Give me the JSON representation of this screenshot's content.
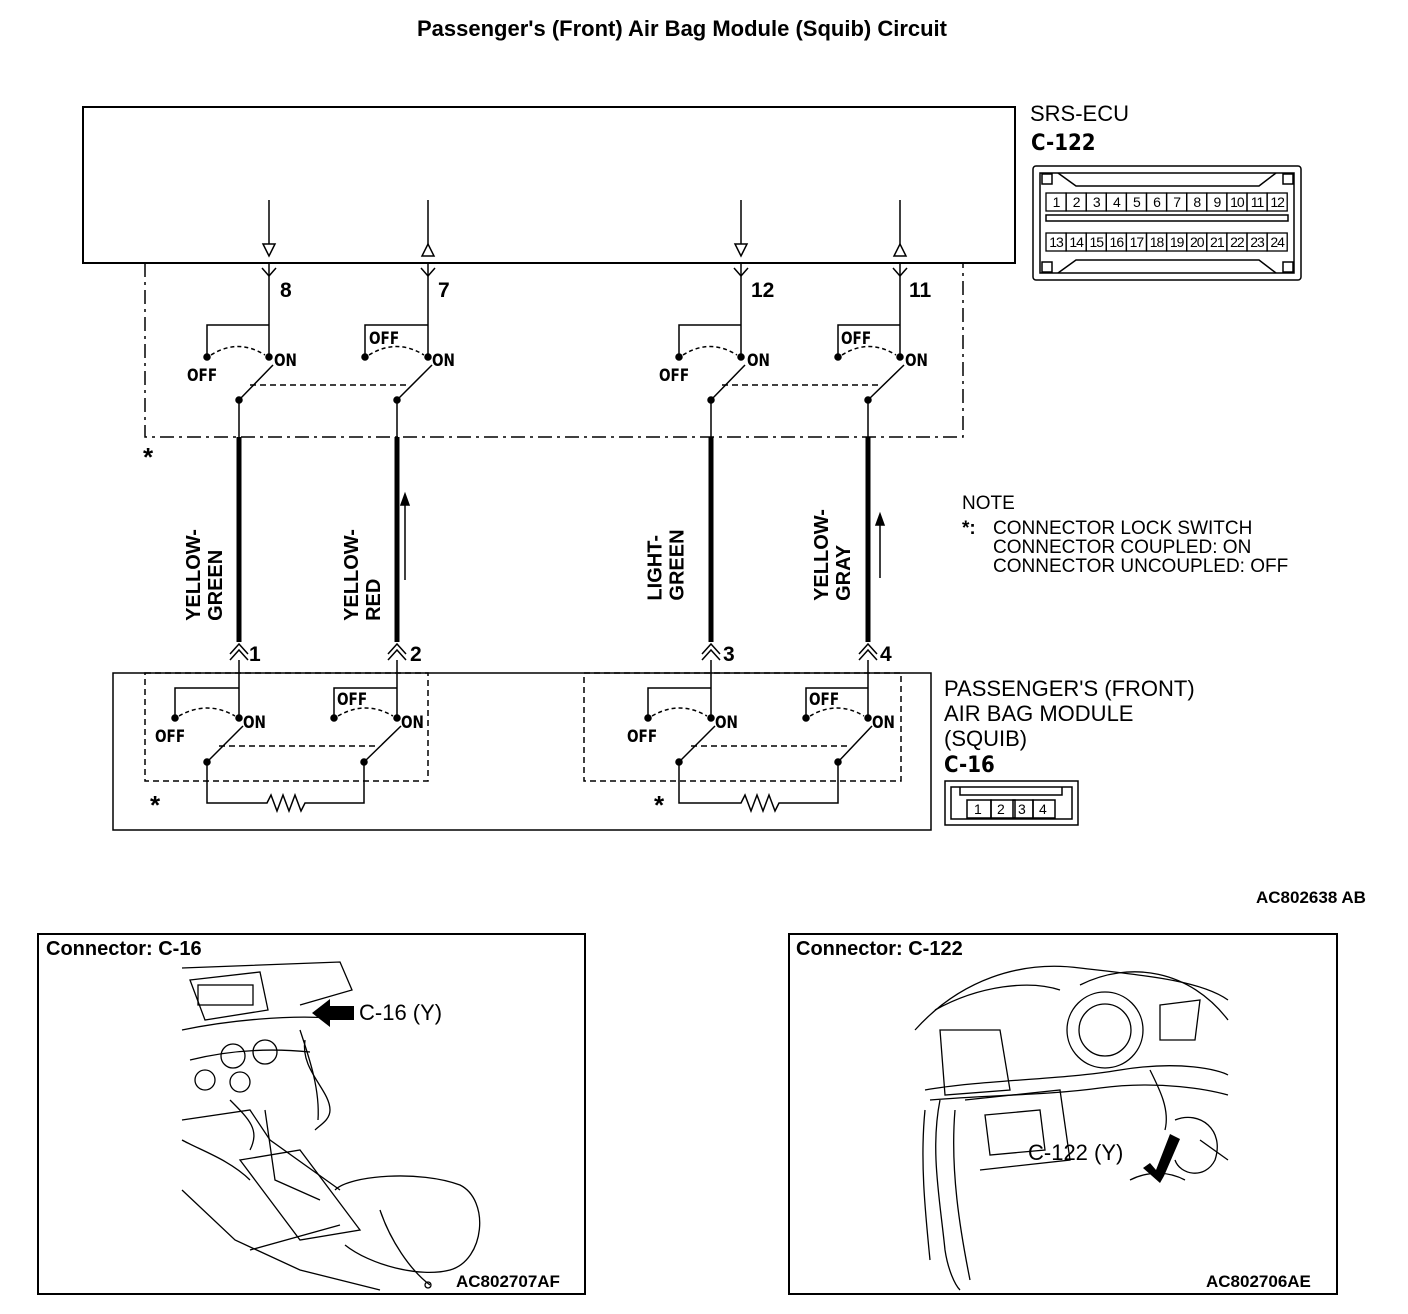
{
  "title": "Passenger's (Front) Air Bag Module (Squib) Circuit",
  "ecu": {
    "name": "SRS-ECU",
    "connector": "C-122",
    "pins_top": [
      "1",
      "2",
      "3",
      "4",
      "5",
      "6",
      "7",
      "8",
      "9",
      "10",
      "11",
      "12"
    ],
    "pins_bottom": [
      "13",
      "14",
      "15",
      "16",
      "17",
      "18",
      "19",
      "20",
      "21",
      "22",
      "23",
      "24"
    ]
  },
  "ecu_pins": [
    "8",
    "7",
    "12",
    "11"
  ],
  "module_pins": [
    "1",
    "2",
    "3",
    "4"
  ],
  "switch_labels": {
    "off": "OFF",
    "on": "ON"
  },
  "wires": [
    {
      "line1": "YELLOW-",
      "line2": "GREEN"
    },
    {
      "line1": "YELLOW-",
      "line2": "RED"
    },
    {
      "line1": "LIGHT-",
      "line2": "GREEN"
    },
    {
      "line1": "YELLOW-",
      "line2": "GRAY"
    }
  ],
  "note": {
    "heading": "NOTE",
    "marker": "*:",
    "line1": "CONNECTOR LOCK SWITCH",
    "line2": "CONNECTOR COUPLED: ON",
    "line3": "CONNECTOR UNCOUPLED: OFF"
  },
  "module": {
    "line1": "PASSENGER'S (FRONT)",
    "line2": "AIR BAG MODULE",
    "line3": "(SQUIB)",
    "connector": "C-16",
    "pins": [
      "1",
      "2",
      "3",
      "4"
    ]
  },
  "star": "*",
  "diagram_code": "AC802638 AB",
  "connector_views": [
    {
      "title": "Connector: C-16",
      "callout": "C-16 (Y)",
      "code": "AC802707AF"
    },
    {
      "title": "Connector: C-122",
      "callout": "C-122 (Y)",
      "code": "AC802706AE"
    }
  ]
}
